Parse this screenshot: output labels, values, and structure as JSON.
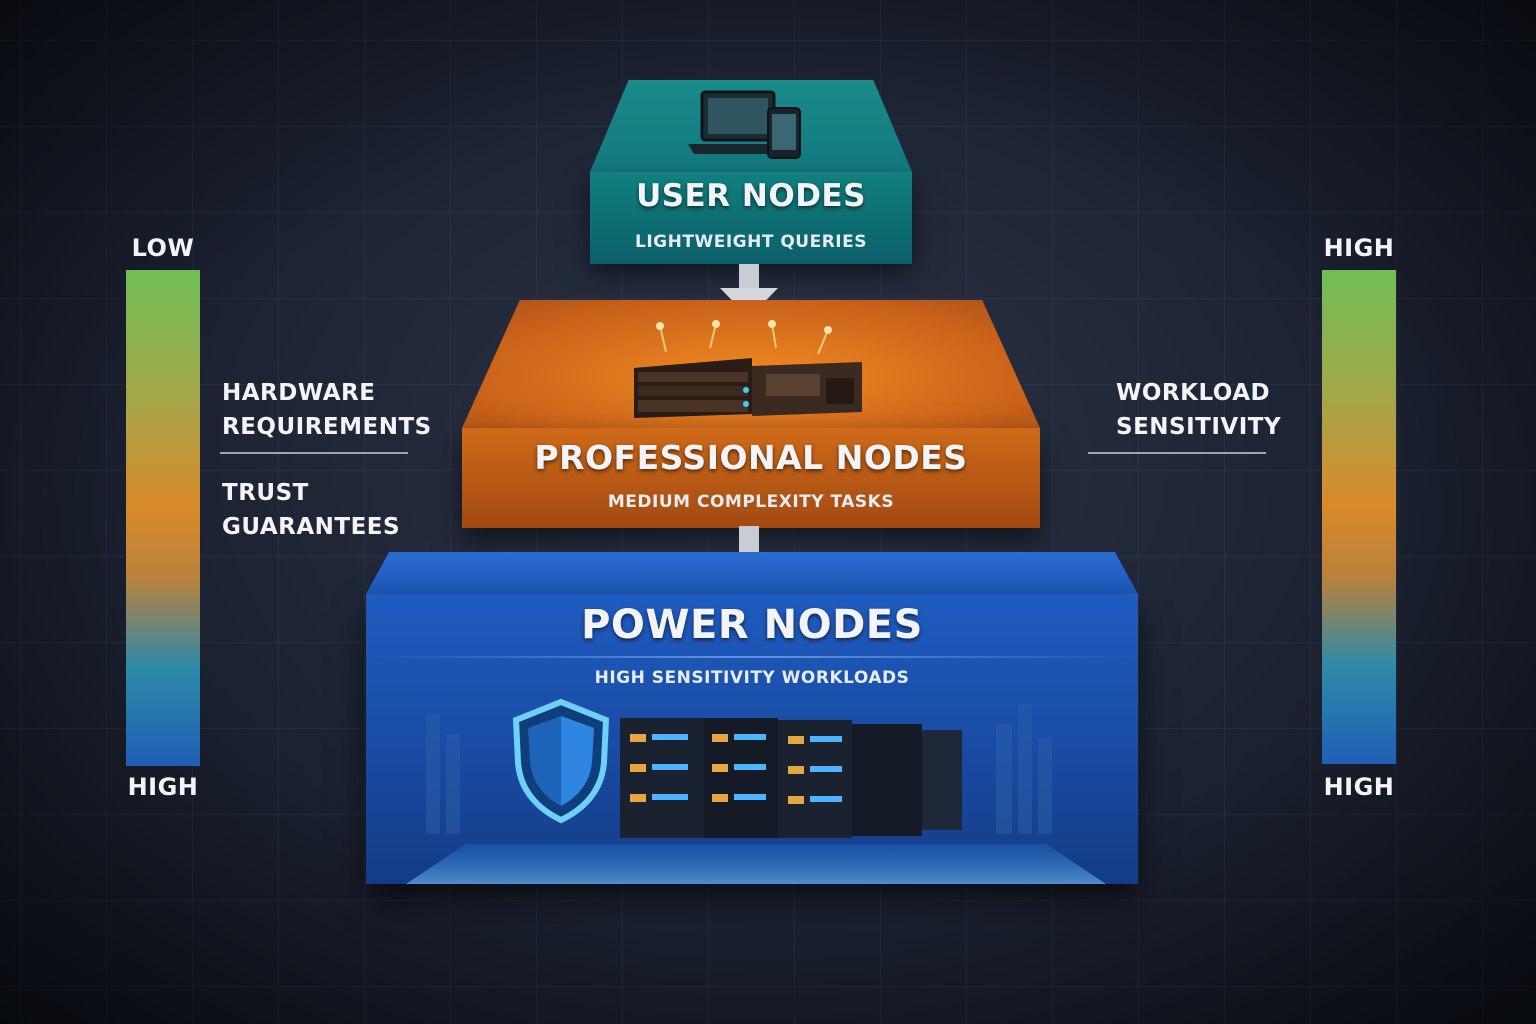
{
  "left_scale": {
    "top_label": "LOW",
    "bottom_label": "HIGH",
    "upper_text": [
      "HARDWARE",
      "REQUIREMENTS"
    ],
    "lower_text": [
      "TRUST",
      "GUARANTEES"
    ]
  },
  "right_scale": {
    "top_label": "HIGH",
    "bottom_label": "HIGH",
    "text": [
      "WORKLOAD",
      "SENSITIVITY"
    ]
  },
  "tiers": {
    "user": {
      "title": "USER NODES",
      "subtitle": "LIGHTWEIGHT QUERIES"
    },
    "professional": {
      "title": "PROFESSIONAL NODES",
      "subtitle": "MEDIUM COMPLEXITY TASKS"
    },
    "power": {
      "title": "POWER NODES",
      "subtitle": "HIGH SENSITIVITY WORKLOADS"
    }
  },
  "colors": {
    "user": "#11807f",
    "professional": "#cf6a18",
    "power": "#1f5cc0",
    "background": "#1c2231",
    "scale_gradient": [
      "#6fbf55",
      "#d98a2a",
      "#1f5fb4"
    ]
  },
  "icons": {
    "user": "laptop-and-phone-icon",
    "professional": "server-appliance-icon",
    "power": "shield-icon",
    "power_hardware": "server-racks-icon"
  }
}
